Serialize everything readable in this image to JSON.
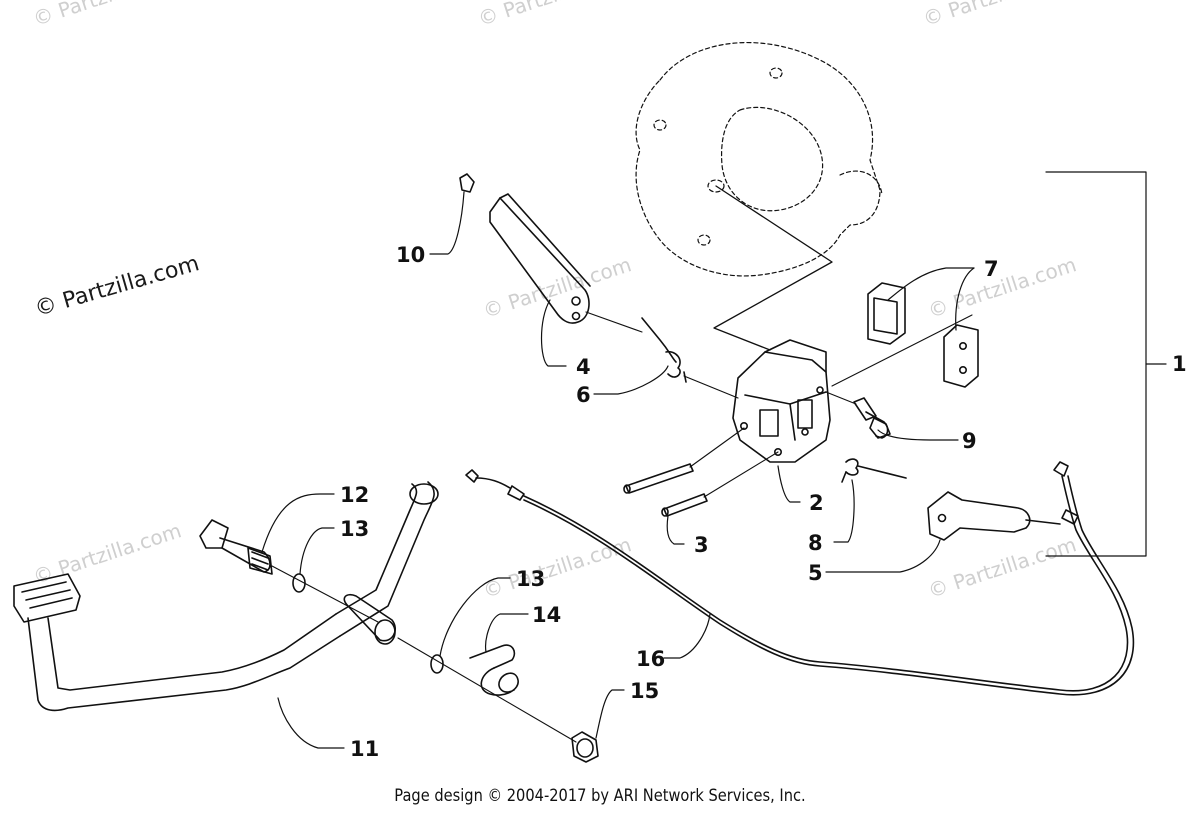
{
  "watermark": {
    "main": "© Partzilla.com",
    "faint": "© Partzilla.com"
  },
  "footer": "Page design © 2004-2017 by ARI Network Services, Inc.",
  "callouts": {
    "c1": "1",
    "c2": "2",
    "c3": "3",
    "c4": "4",
    "c5": "5",
    "c6": "6",
    "c7": "7",
    "c8": "8",
    "c9": "9",
    "c10": "10",
    "c11": "11",
    "c12": "12",
    "c13a": "13",
    "c13b": "13",
    "c14": "14",
    "c15": "15",
    "c16": "16"
  },
  "colors": {
    "line": "#111111",
    "watermark": "#cfcfcf"
  }
}
